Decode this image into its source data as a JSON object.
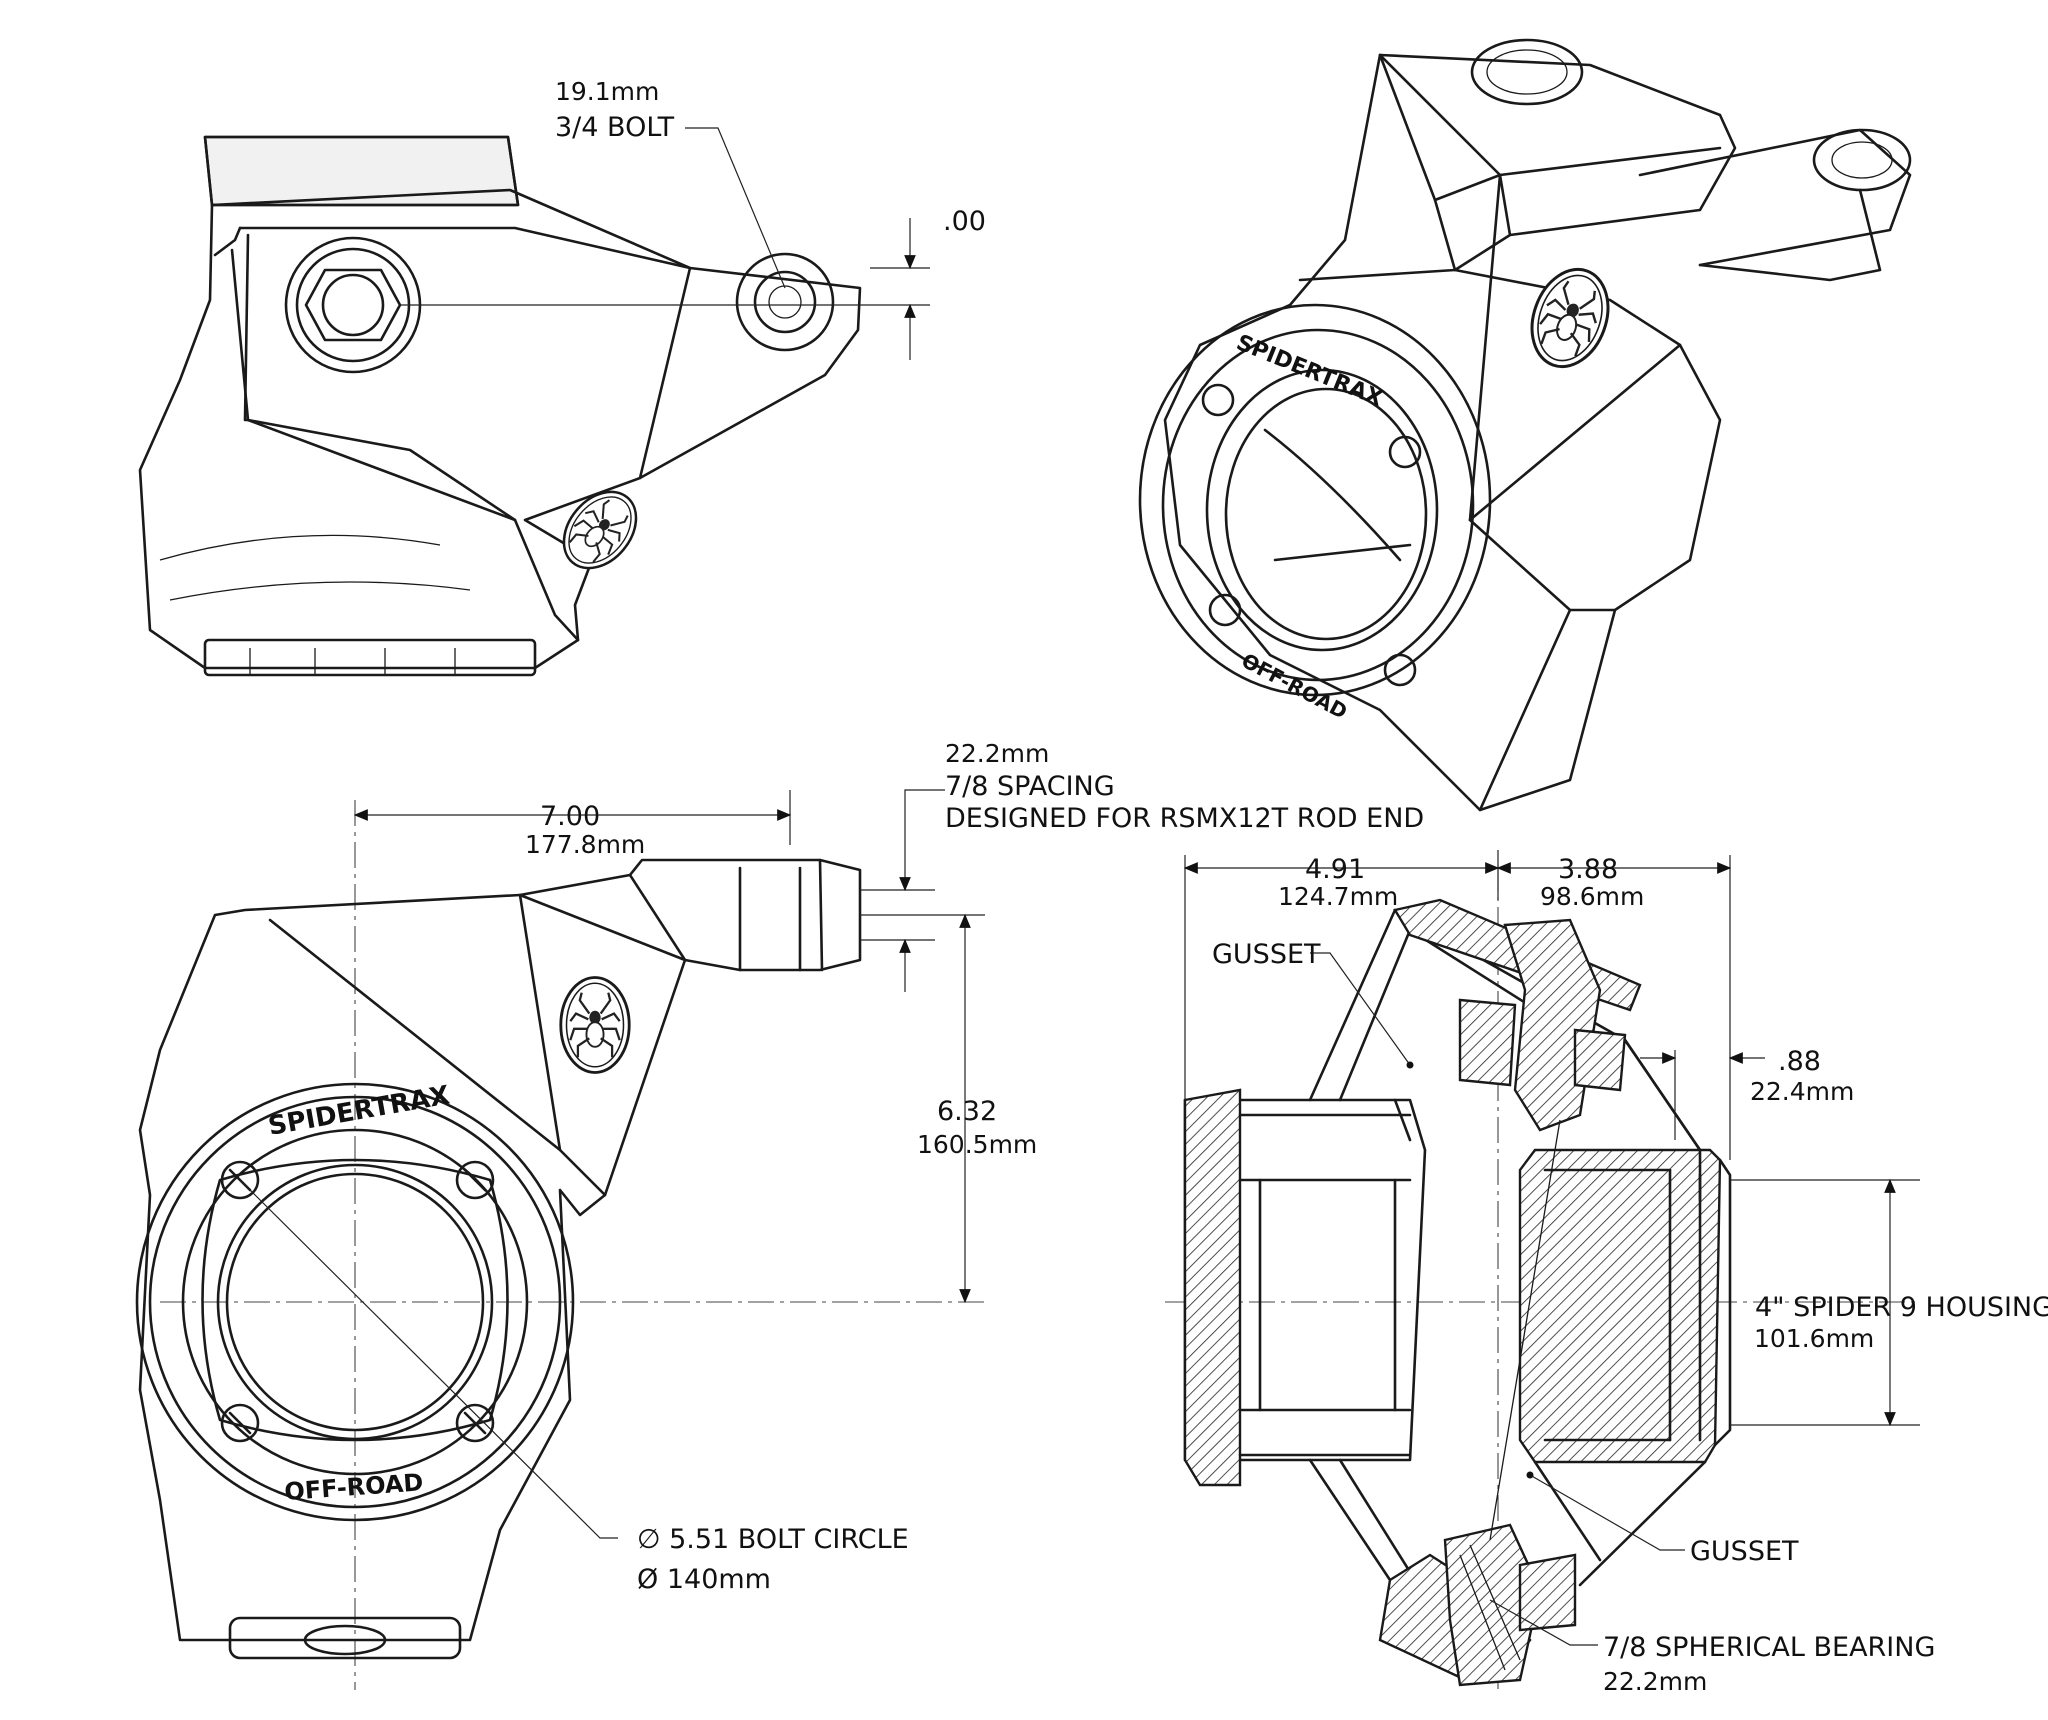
{
  "labels": {
    "top_bolt_metric": "19.1mm",
    "top_bolt_size": "3/4 BOLT",
    "top_offset": ".00",
    "spacing_metric": "22.2mm",
    "spacing_size": "7/8 SPACING",
    "rod_end_note": "DESIGNED FOR RSMX12T ROD END",
    "arm_length_in": "7.00",
    "arm_length_mm": "177.8mm",
    "arm_height_in": "6.32",
    "arm_height_mm": "160.5mm",
    "bolt_circle_in": "∅ 5.51 BOLT CIRCLE",
    "bolt_circle_mm": "Ø 140mm",
    "left_width_in": "4.91",
    "left_width_mm": "124.7mm",
    "right_width_in": "3.88",
    "right_width_mm": "98.6mm",
    "offset_in": ".88",
    "offset_mm": "22.4mm",
    "gusset_top": "GUSSET",
    "gusset_bottom": "GUSSET",
    "housing_size": "4\" SPIDER 9 HOUSING",
    "housing_mm": "101.6mm",
    "bearing_size": "7/8 SPHERICAL BEARING",
    "bearing_mm": "22.2mm"
  },
  "ring_text": {
    "top_brand": "SPIDERTRAX",
    "bottom_brand": "OFF-ROAD"
  },
  "icons": {
    "logo": "spider-logo-icon"
  }
}
